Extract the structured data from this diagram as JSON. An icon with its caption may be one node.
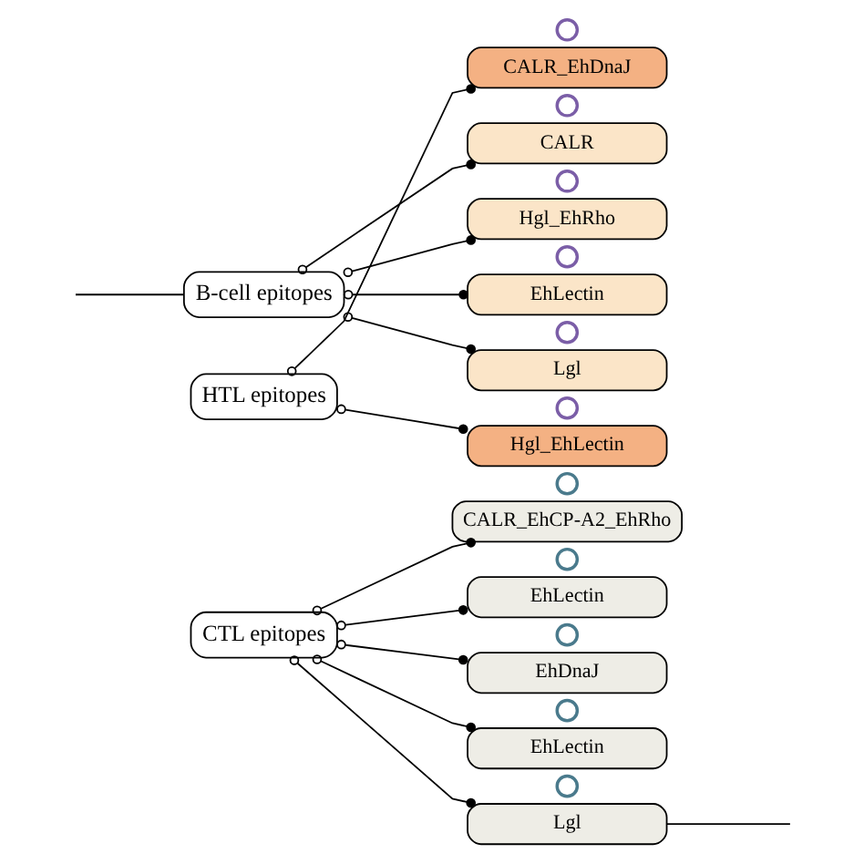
{
  "diagram": {
    "nodes": [
      {
        "text": [
          "B-cell epitopes"
        ]
      },
      {
        "text": [],
        "shape": "circle"
      },
      {
        "text": [
          "CALR_EhDnaJ"
        ]
      },
      {
        "text": [],
        "shape": "circle"
      },
      {
        "text": [
          "CALR"
        ]
      },
      {
        "text": [],
        "shape": "circle"
      },
      {
        "text": [
          "Hgl_EhRho"
        ]
      },
      {
        "text": [],
        "shape": "circle"
      },
      {
        "text": [
          "EhLectin"
        ]
      },
      {
        "text": [],
        "shape": "circle"
      },
      {
        "text": [
          "Lgl"
        ]
      },
      {
        "text": [],
        "shape": "circle"
      },
      {
        "text": [
          "Hgl_EhLectin"
        ]
      },
      {
        "text": [],
        "shape": "circle"
      },
      {
        "text": [
          "CALR_EhCP-A2_EhRho"
        ]
      },
      {
        "text": [],
        "shape": "circle"
      },
      {
        "text": [
          "EhLectin"
        ]
      },
      {
        "text": [],
        "shape": "circle"
      },
      {
        "text": [
          "EhDnaJ"
        ]
      },
      {
        "text": [],
        "shape": "circle"
      },
      {
        "text": [
          "EhLectin"
        ]
      },
      {
        "text": [],
        "shape": "circle"
      },
      {
        "text": [
          "Lgl"
        ]
      },
      {
        "text": [
          "HTL epitopes"
        ]
      },
      {
        "text": [
          "CTL epitopes"
        ]
      }
    ],
    "edges": [
      {
        "from": 0,
        "to": null,
        "arrow": "none"
      },
      {
        "from": 0,
        "to": 4,
        "arrow": "other"
      },
      {
        "from": 0,
        "to": 6,
        "arrow": "other"
      },
      {
        "from": 0,
        "to": 8,
        "arrow": "other"
      },
      {
        "from": 0,
        "to": 10,
        "arrow": "other"
      },
      {
        "from": 23,
        "to": 2,
        "arrow": "other"
      },
      {
        "from": 23,
        "to": 12,
        "arrow": "other"
      },
      {
        "from": 24,
        "to": 14,
        "arrow": "other"
      },
      {
        "from": 24,
        "to": 16,
        "arrow": "other"
      },
      {
        "from": 24,
        "to": 18,
        "arrow": "other"
      },
      {
        "from": 24,
        "to": 20,
        "arrow": "other"
      },
      {
        "from": 24,
        "to": 22,
        "arrow": "other"
      },
      {
        "from": 22,
        "to": null,
        "arrow": "none"
      }
    ]
  }
}
